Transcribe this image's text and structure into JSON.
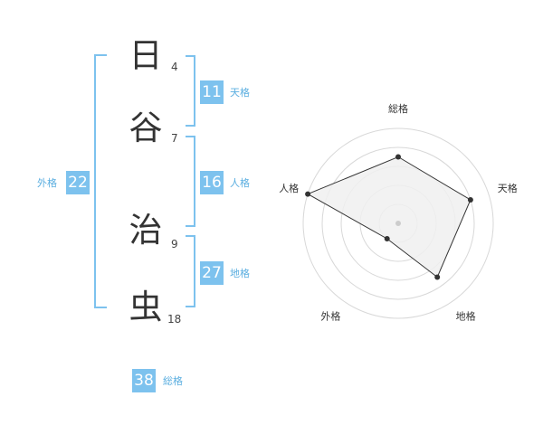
{
  "name": {
    "chars": [
      {
        "char": "日",
        "strokes": "4"
      },
      {
        "char": "谷",
        "strokes": "7"
      },
      {
        "char": "治",
        "strokes": "9"
      },
      {
        "char": "虫",
        "strokes": "18"
      }
    ]
  },
  "scores": {
    "tenkaku": {
      "label": "天格",
      "value": "11"
    },
    "jinkaku": {
      "label": "人格",
      "value": "16"
    },
    "chikaku": {
      "label": "地格",
      "value": "27"
    },
    "gaikaku": {
      "label": "外格",
      "value": "22"
    },
    "soukaku": {
      "label": "総格",
      "value": "38"
    }
  },
  "chart_data": {
    "type": "radar",
    "axes": [
      "総格",
      "天格",
      "地格",
      "外格",
      "人格"
    ],
    "values": [
      3.5,
      4.0,
      3.5,
      1.0,
      5.0
    ],
    "max": 5,
    "rings": 5,
    "colors": {
      "line": "#333333",
      "fill": "#f0f0f0",
      "ring": "#d8d8d8",
      "point": "#333333",
      "center": "#cccccc"
    }
  },
  "colors": {
    "accent": "#7dc2ee",
    "label": "#5aaee0",
    "text": "#333333"
  }
}
